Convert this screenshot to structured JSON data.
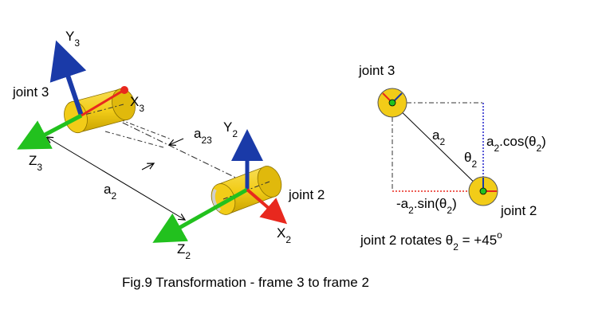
{
  "left_diagram": {
    "joint3_label": "joint 3",
    "joint2_label": "joint 2",
    "y3": {
      "base": "Y",
      "sub": "3"
    },
    "x3": {
      "base": "X",
      "sub": "3"
    },
    "z3": {
      "base": "Z",
      "sub": "3"
    },
    "y2": {
      "base": "Y",
      "sub": "2"
    },
    "x2": {
      "base": "X",
      "sub": "2"
    },
    "z2": {
      "base": "Z",
      "sub": "2"
    },
    "a23": {
      "base": "a",
      "sub": "23"
    },
    "a2": {
      "base": "a",
      "sub": "2"
    }
  },
  "right_diagram": {
    "joint3_label": "joint 3",
    "joint2_label": "joint 2",
    "link_label": {
      "base": "a",
      "sub": "2"
    },
    "theta_label": {
      "base": "θ",
      "sub": "2"
    },
    "cos_label": {
      "pre": "a",
      "sub1": "2",
      "mid": ".cos(θ",
      "sub2": "2",
      "post": ")"
    },
    "sin_label": {
      "pre": "-a",
      "sub1": "2",
      "mid": ".sin(θ",
      "sub2": "2",
      "post": ")"
    },
    "rotation_text": {
      "pre": "joint 2 rotates θ",
      "sub": "2",
      "post": " = +45",
      "sup": "o"
    }
  },
  "caption": "Fig.9  Transformation - frame 3 to frame 2",
  "colors": {
    "cylinder": "#f2cc18",
    "cylinder_dark": "#b89400",
    "x_axis": "#e8281e",
    "y_axis": "#1a3aa8",
    "z_axis": "#22c11e",
    "dot_line": "#333333",
    "cos_line": "#2222cc",
    "sin_line": "#e8281e"
  }
}
